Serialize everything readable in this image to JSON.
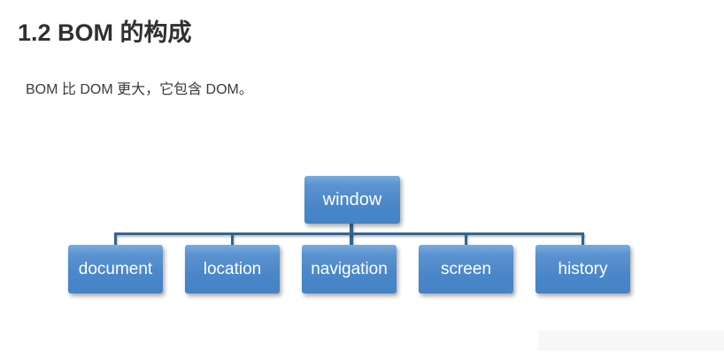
{
  "article": {
    "heading": "1.2 BOM 的构成",
    "intro": "BOM 比 DOM 更大，它包含 DOM。"
  },
  "diagram": {
    "type": "hierarchy",
    "root": {
      "label": "window"
    },
    "children": [
      {
        "label": "document"
      },
      {
        "label": "location"
      },
      {
        "label": "navigation"
      },
      {
        "label": "screen"
      },
      {
        "label": "history"
      }
    ],
    "colors": {
      "node_fill_top": "#78acdf",
      "node_fill_bottom": "#4583c7",
      "node_text": "#ffffff",
      "connector": "#336690",
      "heading_text": "#303030",
      "body_text": "#3a3a3a",
      "page_background": "#ffffff"
    }
  }
}
